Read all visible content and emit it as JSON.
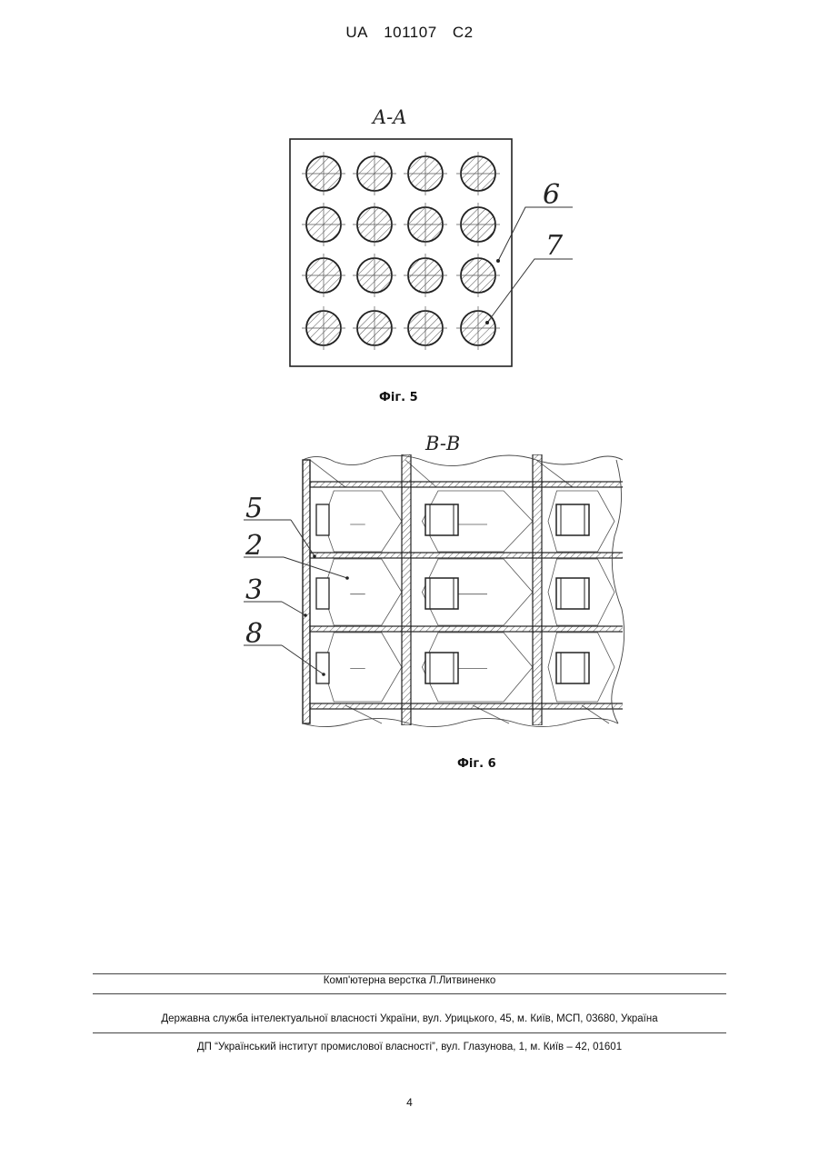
{
  "header": {
    "country": "UA",
    "number": "101107",
    "kind": "C2"
  },
  "figure5": {
    "section_title": "A-A",
    "caption": "Фіг. 5",
    "labels": [
      "6",
      "7"
    ]
  },
  "figure6": {
    "section_title": "B-B",
    "caption": "Фіг. 6",
    "labels": [
      "5",
      "2",
      "3",
      "8"
    ]
  },
  "footer": {
    "typesetting": "Комп'ютерна верстка Л.Литвиненко",
    "office": "Державна служба інтелектуальної власності України, вул. Урицького, 45, м. Київ, МСП, 03680, Україна",
    "institute": "ДП “Український інститут промислової власності”, вул. Глазунова, 1, м. Київ – 42, 01601",
    "page_number": "4"
  }
}
